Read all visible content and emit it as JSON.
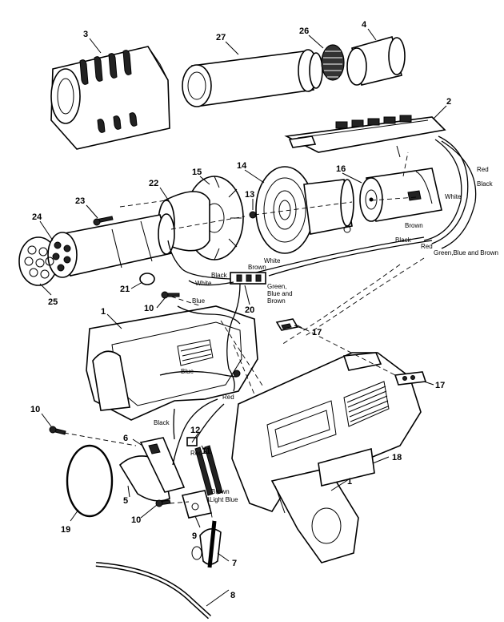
{
  "part_labels": {
    "p1a": "1",
    "p1b": "1",
    "p2": "2",
    "p3": "3",
    "p4": "4",
    "p5": "5",
    "p6": "6",
    "p7": "7",
    "p8": "8",
    "p9": "9",
    "p10a": "10",
    "p10b": "10",
    "p10c": "10",
    "p11": "11",
    "p12": "12",
    "p13": "13",
    "p14": "14",
    "p15": "15",
    "p16": "16",
    "p17a": "17",
    "p17b": "17",
    "p18": "18",
    "p19": "19",
    "p20": "20",
    "p21": "21",
    "p22": "22",
    "p23": "23",
    "p24": "24",
    "p25": "25",
    "p26": "26",
    "p27": "27"
  },
  "wire_labels": {
    "red_a": "Red",
    "black_a": "Black",
    "white_a": "White",
    "brown_a": "Brown",
    "black_b": "Black",
    "red_b": "Red",
    "green_blue_brown_a": "Green,Blue and Brown",
    "white_b": "White",
    "brown_b": "Brown",
    "black_c": "Black",
    "white_c": "White",
    "green_blue_brown_b1": "Green,",
    "green_blue_brown_b2": "Blue and",
    "green_blue_brown_b3": "Brown",
    "blue_a": "Blue",
    "blue_b": "Blue",
    "red_c": "Red",
    "black_d": "Black",
    "red_d": "Red",
    "brown_c": "Brown",
    "light_blue": "Light Blue"
  }
}
